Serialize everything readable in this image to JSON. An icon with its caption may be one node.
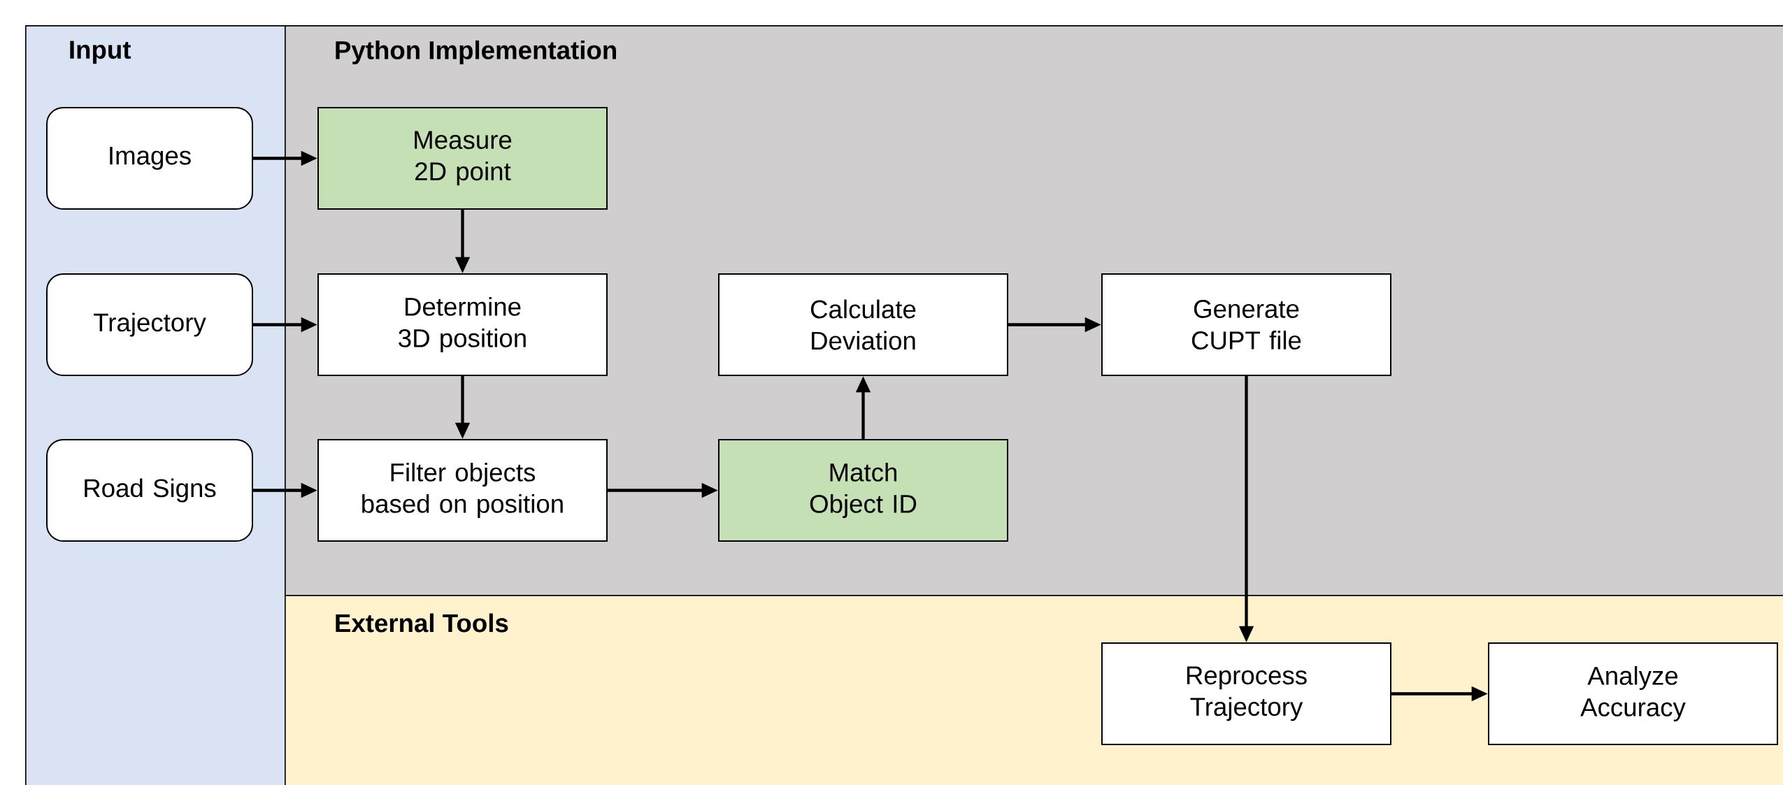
{
  "diagram": {
    "nodes": [
      {
        "text": [
          "Input"
        ]
      },
      {
        "text": [
          "Python Implementation"
        ]
      },
      {
        "text": [
          "External Tools"
        ]
      },
      {
        "text": [
          "Images"
        ],
        "in": 0
      },
      {
        "text": [
          "Trajectory"
        ],
        "in": 0
      },
      {
        "text": [
          "Road Signs"
        ],
        "in": 0
      },
      {
        "text": [
          "Measure 2D point"
        ],
        "in": 1
      },
      {
        "text": [
          "Determine 3D position"
        ],
        "in": 1
      },
      {
        "text": [
          "Filter objects based on position"
        ],
        "in": 1
      },
      {
        "text": [
          "Calculate Deviation"
        ],
        "in": 1
      },
      {
        "text": [
          "Match Object ID"
        ],
        "in": 1
      },
      {
        "text": [
          "Generate CUPT file"
        ],
        "in": 1
      },
      {
        "text": [
          "Reprocess Trajectory"
        ],
        "in": 2
      },
      {
        "text": [
          "Analyze Accuracy"
        ],
        "in": 2
      }
    ],
    "edges": [
      {
        "from": 3,
        "to": 6,
        "arrow": "to"
      },
      {
        "from": 6,
        "to": 7,
        "arrow": "to"
      },
      {
        "from": 4,
        "to": 7,
        "arrow": "to"
      },
      {
        "from": 7,
        "to": 8,
        "arrow": "to"
      },
      {
        "from": 5,
        "to": 8,
        "arrow": "to"
      },
      {
        "from": 8,
        "to": 10,
        "arrow": "to"
      },
      {
        "from": 10,
        "to": 9,
        "arrow": "to"
      },
      {
        "from": 9,
        "to": 11,
        "arrow": "to"
      },
      {
        "from": 11,
        "to": 12,
        "arrow": "to"
      },
      {
        "from": 12,
        "to": 13,
        "arrow": "to"
      }
    ]
  }
}
